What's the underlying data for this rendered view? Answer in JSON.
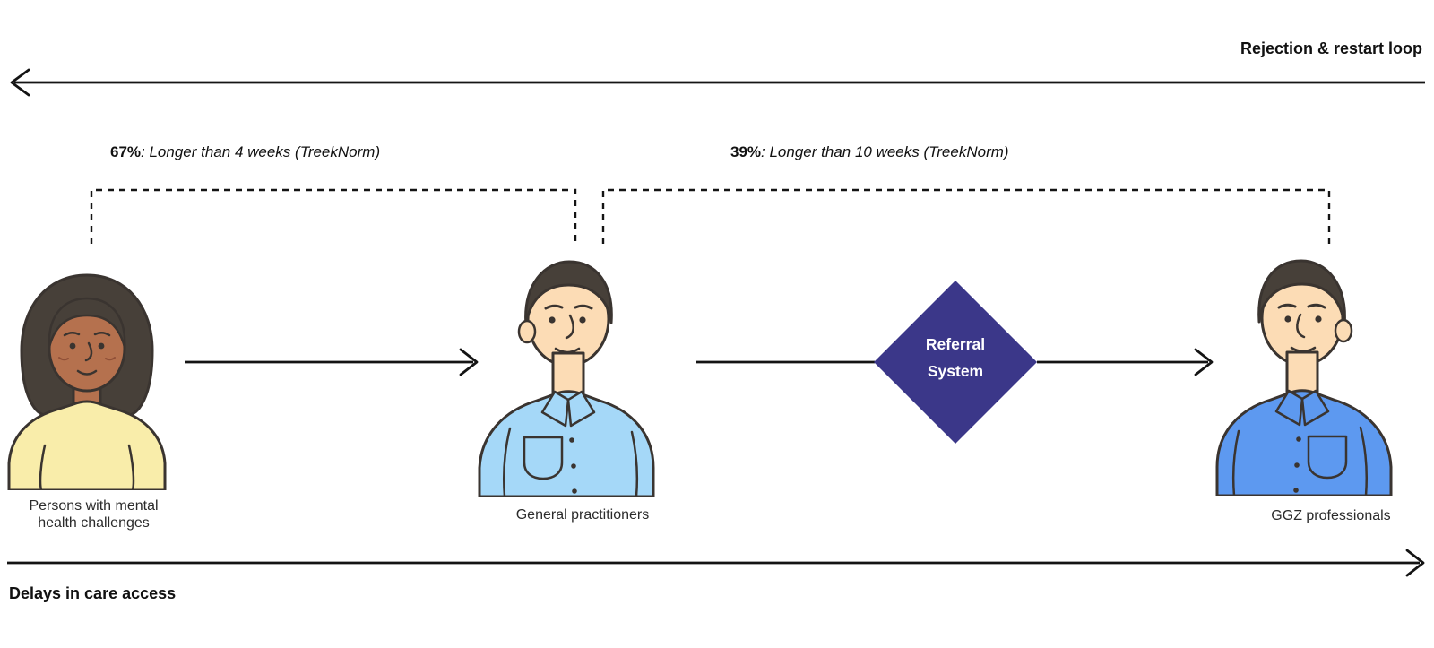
{
  "loop": {
    "label": "Rejection & restart loop"
  },
  "annotations": [
    {
      "pct": "67%",
      "text": ": Longer than 4 weeks (TreekNorm)"
    },
    {
      "pct": "39%",
      "text": ": Longer than 10 weeks (TreekNorm)"
    }
  ],
  "referral": {
    "line1": "Referral",
    "line2": "System"
  },
  "actors": {
    "patient": {
      "line1": "Persons with mental",
      "line2": "health challenges"
    },
    "gp": {
      "label": "General practitioners"
    },
    "ggz": {
      "label": "GGZ professionals"
    }
  },
  "axis": {
    "label": "Delays in care access"
  },
  "colors": {
    "diamond": "#3b3789",
    "line": "#141414",
    "text": "#111111",
    "label": "#2b2b2b",
    "outline": "#3a3430",
    "hair": "#474039",
    "man-skin": "#fcdcb5",
    "woman-skin": "#b5714e",
    "woman-top": "#f9edaa",
    "gp-shirt": "#a5d8f8",
    "ggz-shirt": "#5d99f0",
    "cheek": "#8f4f37"
  }
}
